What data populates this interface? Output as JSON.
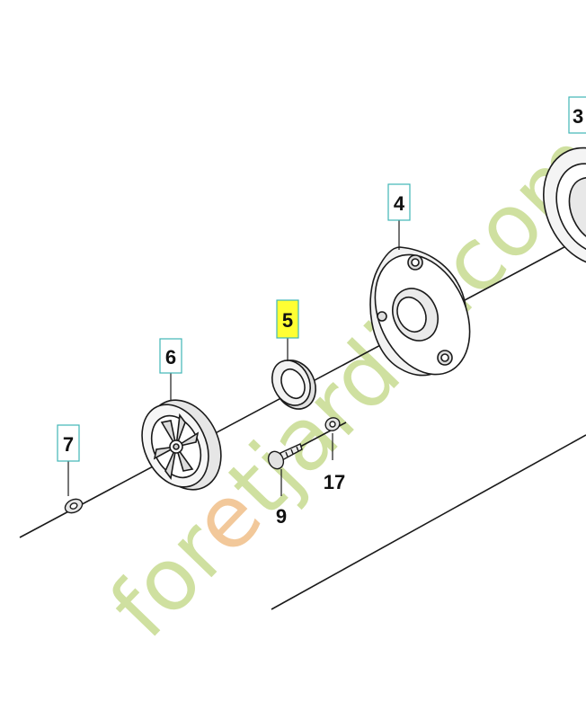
{
  "callouts": {
    "part_3": "3",
    "part_4": "4",
    "part_5": "5",
    "part_6": "6",
    "part_7": "7",
    "part_9": "9",
    "part_17": "17"
  },
  "watermark": {
    "prefix": "for",
    "accent": "e",
    "suffix": "tjardin.com",
    "color_main": "#cfe0a0",
    "color_accent": "#f2c89a",
    "color_tail": "#cfc6b2"
  },
  "colors": {
    "line": "#1a1a1a",
    "highlight": "#ffff33",
    "callout_border": "#3fb6b6"
  }
}
